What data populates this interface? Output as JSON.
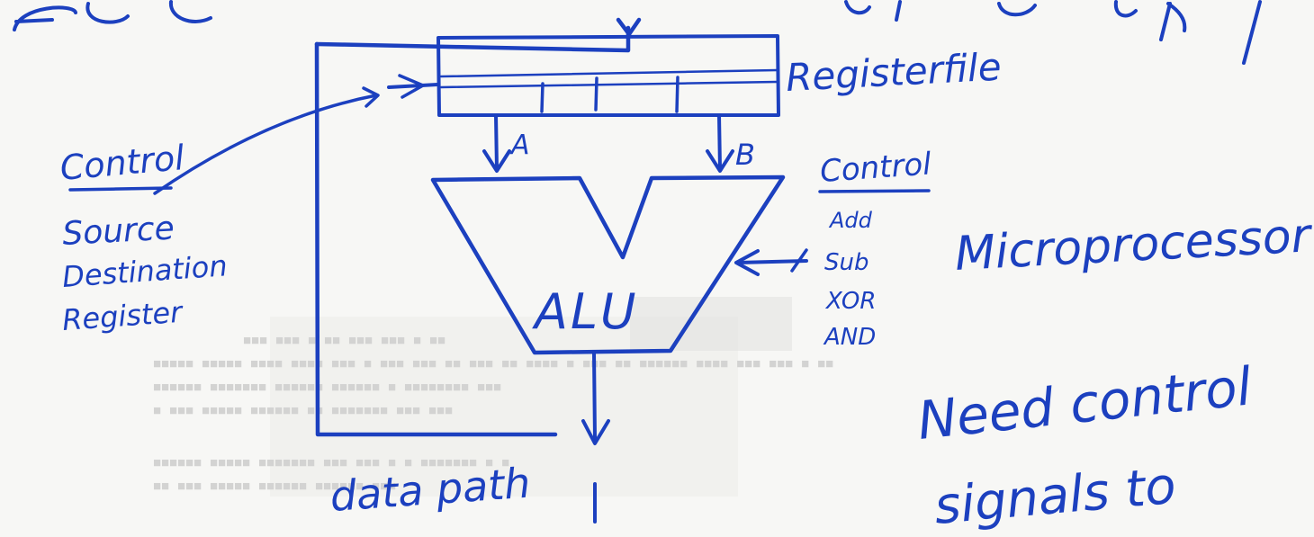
{
  "colors": {
    "ink": "#1a3fbf",
    "paper": "#f7f7f5",
    "bleed": "#c7c7c7"
  },
  "labels": {
    "register_file": "Registerfile",
    "port_a": "A",
    "port_b": "B",
    "alu": "ALU",
    "data_path": "data path",
    "microprocessor": "Microprocessor",
    "note_line1": "Need control",
    "note_line2": "signals to"
  },
  "left_control": {
    "heading": "Control",
    "lines": [
      "Source",
      "Destination",
      "Register"
    ]
  },
  "alu_control": {
    "heading": "Control",
    "ops": [
      "Add",
      "Sub",
      "XOR",
      "AND"
    ]
  }
}
